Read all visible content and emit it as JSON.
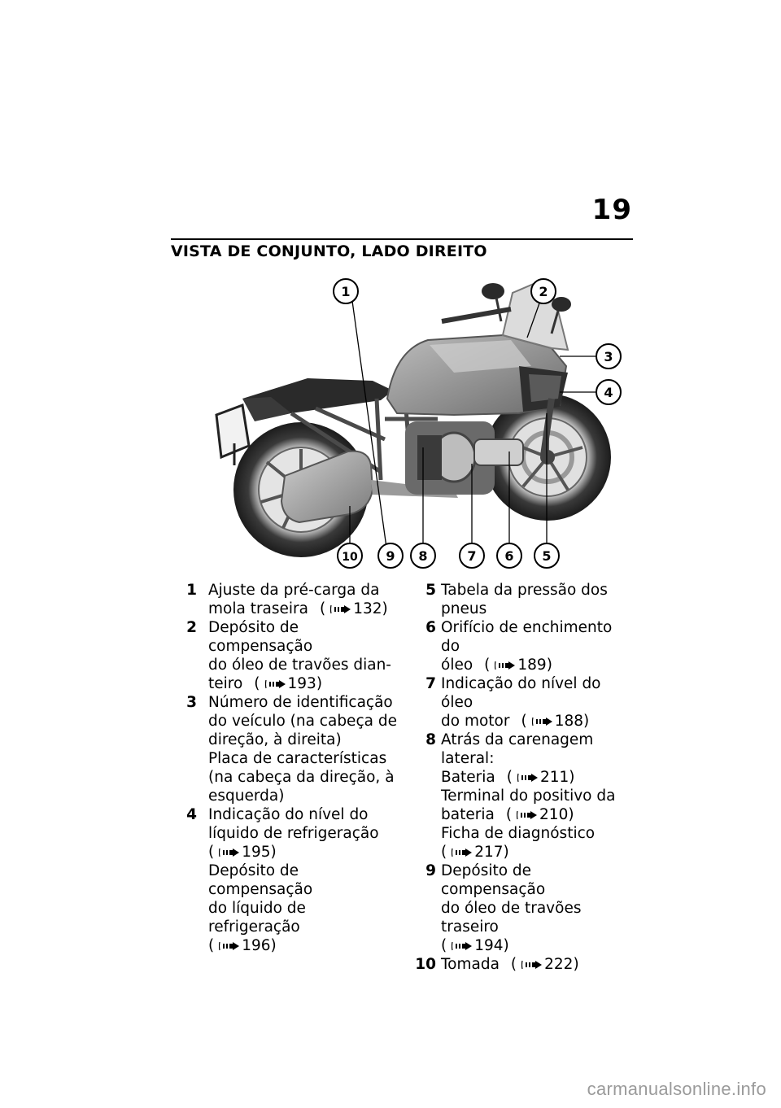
{
  "page": {
    "number": "19",
    "title": "VISTA DE CONJUNTO, LADO DIREITO"
  },
  "figure": {
    "callouts": [
      "1",
      "2",
      "3",
      "4",
      "5",
      "6",
      "7",
      "8",
      "9",
      "10"
    ]
  },
  "legend": {
    "col1": [
      {
        "num": "1",
        "lines": [
          {
            "text": "Ajuste da pré-carga da"
          },
          {
            "text": "mola traseira",
            "ref": "132)"
          }
        ]
      },
      {
        "num": "2",
        "lines": [
          {
            "text": "Depósito de compensação"
          },
          {
            "text": "do óleo de travões dian-"
          },
          {
            "text": "teiro",
            "ref": "193)"
          }
        ]
      },
      {
        "num": "3",
        "lines": [
          {
            "text": "Número de identificação"
          },
          {
            "text": "do veículo (na cabeça de"
          },
          {
            "text": "direção, à direita)"
          },
          {
            "text": "Placa de características"
          },
          {
            "text": "(na cabeça da direção, à"
          },
          {
            "text": "esquerda)"
          }
        ]
      },
      {
        "num": "4",
        "lines": [
          {
            "text": "Indicação do nível do"
          },
          {
            "text": "líquido de refrigeração"
          },
          {
            "text": "",
            "ref": "195)"
          },
          {
            "text": "Depósito de compensação"
          },
          {
            "text": "do líquido de refrigeração"
          },
          {
            "text": "",
            "ref": "196)"
          }
        ]
      }
    ],
    "col2": [
      {
        "num": "5",
        "lines": [
          {
            "text": "Tabela da pressão dos"
          },
          {
            "text": "pneus"
          }
        ]
      },
      {
        "num": "6",
        "lines": [
          {
            "text": "Orifício de enchimento do"
          },
          {
            "text": "óleo",
            "ref": "189)"
          }
        ]
      },
      {
        "num": "7",
        "lines": [
          {
            "text": "Indicação do nível do óleo"
          },
          {
            "text": "do motor",
            "ref": "188)"
          }
        ]
      },
      {
        "num": "8",
        "lines": [
          {
            "text": "Atrás da carenagem lateral:"
          },
          {
            "text": "Bateria",
            "ref": "211)"
          },
          {
            "text": "Terminal do positivo da"
          },
          {
            "text": "bateria",
            "ref": "210)"
          },
          {
            "text": "Ficha de diagnóstico"
          },
          {
            "text": "",
            "ref": "217)"
          }
        ]
      },
      {
        "num": "9",
        "lines": [
          {
            "text": "Depósito de compensação"
          },
          {
            "text": "do óleo de travões traseiro"
          },
          {
            "text": "",
            "ref": "194)"
          }
        ]
      },
      {
        "num": "10",
        "lines": [
          {
            "text": "Tomada",
            "ref": "222)"
          }
        ]
      }
    ]
  },
  "watermark": "carmanualsonline.info",
  "colors": {
    "text": "#000000",
    "watermark": "#9a9a9a",
    "bike_body": "#8a8a8a",
    "bike_dark": "#2a2a2a"
  }
}
